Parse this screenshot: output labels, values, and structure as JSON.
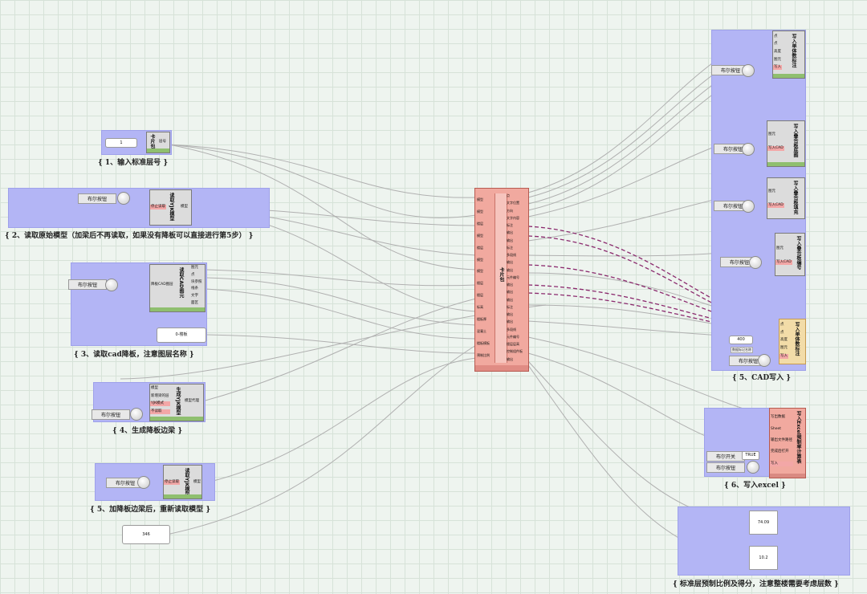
{
  "captions": {
    "g1": "{ 1、输入标准层号 }",
    "g2": "{ 2、读取原始模型（加梁后不再读取，如果没有降板可以直接进行第5步） }",
    "g3": "{ 3、读取cad降板，注意图层名称 }",
    "g4": "{ 4、生成降板边梁 }",
    "g5": "{ 5、加降板边梁后，重新读取模型 }",
    "r5": "{ 5、CAD写入 }",
    "r6": "{ 6、写入excel }",
    "r7": "{ 标准层预制比例及得分，注意整楼需要考虑层数 }"
  },
  "common": {
    "bool_button": "布尔按钮",
    "bool_switch": "布尔开关",
    "true_label": "TRUE"
  },
  "nodes": {
    "n1": {
      "title": "卡片包",
      "value": "1",
      "out": "层号"
    },
    "n2": {
      "title": "读取YJK模型",
      "in": "停止读取",
      "out": "模型"
    },
    "n3": {
      "title": "读取CAD图元",
      "in": "降板CAD图层",
      "outs": [
        "图元",
        "点",
        "块参照",
        "线条",
        "文字",
        "面区"
      ],
      "value": "0-楼板"
    },
    "n4": {
      "title": "生成YJK模型",
      "ins": [
        "模型",
        "新增梁的层",
        "YJK模式",
        "不读取"
      ],
      "out": "模型代理"
    },
    "n5": {
      "title": "读取YJK模型",
      "in": "停止读取",
      "out": "模型",
      "value": "346"
    },
    "hub": {
      "title": "卡片包",
      "ins": [
        "模型",
        "模型",
        "楼层",
        "模型",
        "楼层",
        "模型",
        "模型",
        "楼层",
        "楼层",
        "标高",
        "楼板厚",
        "混凝土",
        "楼板模板",
        "预制比例"
      ],
      "outs": [
        "点",
        "文字位置",
        "方向",
        "文字内容",
        "标注",
        "输出",
        "输出",
        "标注",
        "多段线",
        "输出",
        "输出",
        "元件编号",
        "输出",
        "输出",
        "输出",
        "标注",
        "输出",
        "输出",
        "多段线",
        "元件编号",
        "楼层层高",
        "控制组件板",
        "输出"
      ]
    },
    "w1": {
      "title": "写入单体数标注",
      "ins": [
        "点",
        "点",
        "高度",
        "图元",
        "写入"
      ]
    },
    "w2": {
      "title": "写入叠合板底图",
      "ins": [
        "图元",
        "写入CAD"
      ]
    },
    "w3": {
      "title": "写入叠合板填充",
      "ins": [
        "图元",
        "写入CAD"
      ]
    },
    "w4": {
      "title": "写入叠合板编号",
      "ins": [
        "图元",
        "写入CAD"
      ]
    },
    "w5": {
      "title": "写入单体数标注",
      "ins": [
        "点",
        "点",
        "高度",
        "图元",
        "写入"
      ],
      "value": "400",
      "extra": "数据标记名称"
    },
    "x1": {
      "title": "写入Excel预制率计算表",
      "ins": [
        "写出数据",
        "Sheet",
        "输出文件路径",
        "完成后打开",
        "写入"
      ]
    },
    "r1": "74.09",
    "r2": "10.2"
  },
  "colors": {
    "group": "#b3b5f5",
    "hub": "#f1a99f",
    "wire": "#b0b0b0",
    "dash": "#8b2a6e"
  }
}
